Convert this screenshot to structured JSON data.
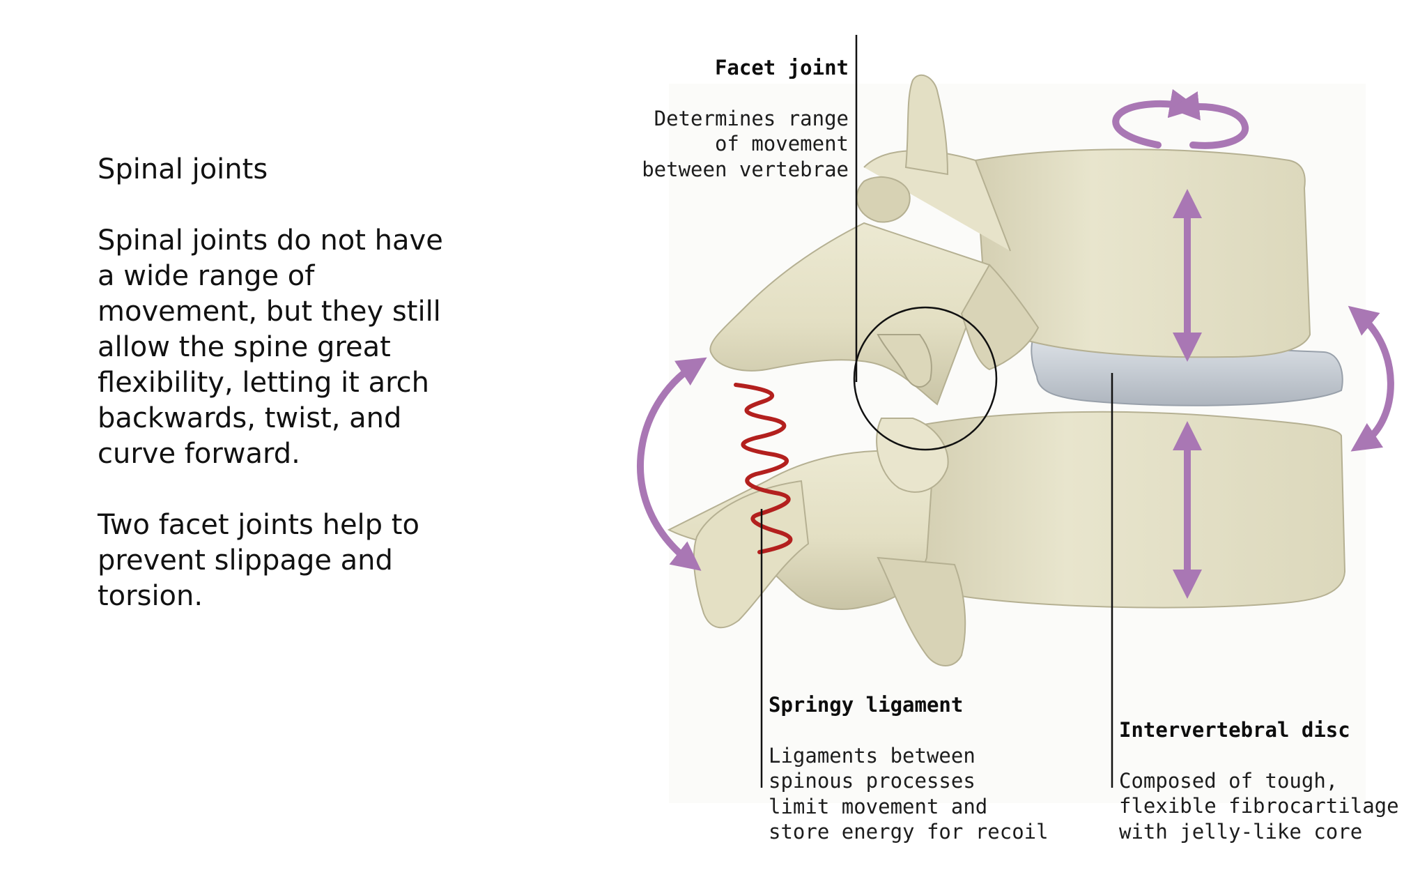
{
  "slide": {
    "title": "Spinal joints",
    "paragraphs": [
      "Spinal joints do not have\na wide range of\nmovement, but they still\nallow the spine great\nflexibility, letting it arch\nbackwards, twist, and\ncurve forward.",
      "Two facet joints help to\nprevent slippage and\ntorsion."
    ]
  },
  "diagram": {
    "labels": {
      "facet_joint": {
        "title": "Facet joint",
        "description": "Determines range\nof movement\nbetween vertebrae"
      },
      "springy_ligament": {
        "title": "Springy ligament",
        "description": "Ligaments between\nspinous processes\nlimit movement and\nstore energy for recoil"
      },
      "intervertebral_disc": {
        "title": "Intervertebral disc",
        "description": "Composed of tough,\nflexible fibrocartilage\nwith jelly-like core"
      }
    },
    "colors": {
      "bone": "#e6e2c6",
      "bone_shadow": "#b8b394",
      "disc": "#cdd3d9",
      "arrow": "#a977b4",
      "ligament": "#b3201e",
      "leader_line": "#111111"
    },
    "icons": [
      "rotation-arrows-icon",
      "vertical-arrow-icon",
      "curved-arrow-icon"
    ]
  }
}
